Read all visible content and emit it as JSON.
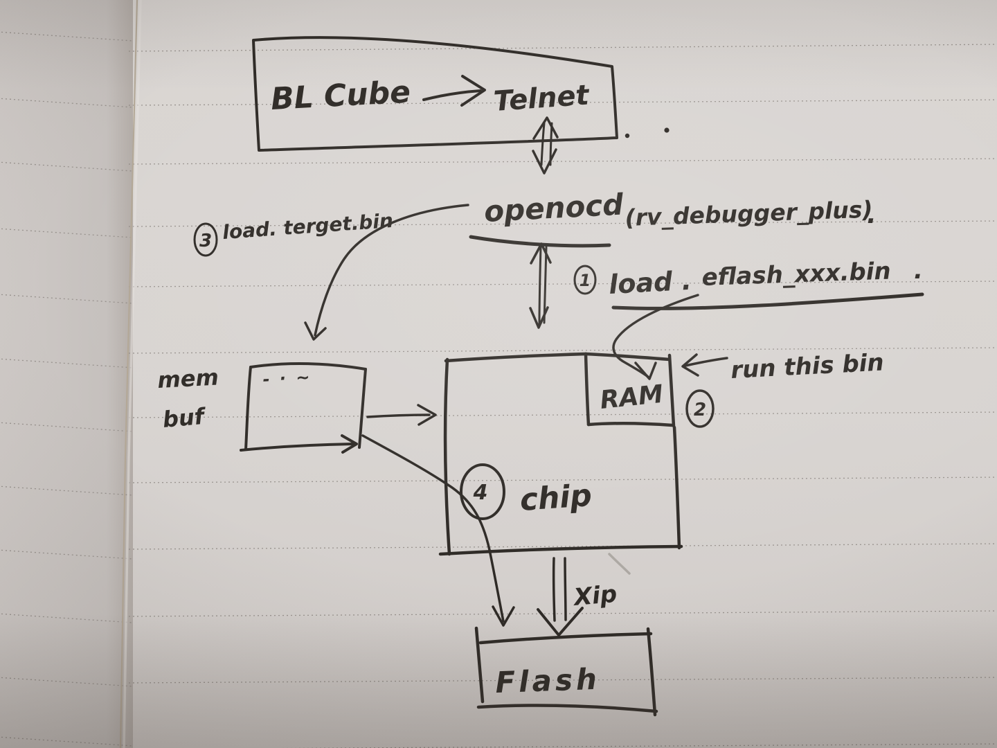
{
  "diagram": {
    "top_box": {
      "left": "BL Cube",
      "right": "Telnet"
    },
    "openocd": {
      "name": "openocd",
      "paren": "(rv_debugger_plus)",
      "period": "."
    },
    "step1": {
      "num": "1",
      "load": "load .",
      "file": "eflash_xxx.bin",
      "period": "."
    },
    "step2": {
      "num": "2",
      "label": "run this bin"
    },
    "step3": {
      "num": "3",
      "label": "load. terget.bin"
    },
    "step4": {
      "num": "4"
    },
    "chip": {
      "label": "chip",
      "ram": "RAM"
    },
    "mem_buf": {
      "line1": "mem",
      "line2": "buf",
      "marks": "- · ~"
    },
    "xip": {
      "label": "Xip"
    },
    "flash": {
      "label": "Flash"
    }
  },
  "colors": {
    "ink": "#2e2a26",
    "paper": "#d8d4d1",
    "paper_left_page": "#c9c4c1",
    "ruled_line": "#8b8580",
    "crease": "#b2a695"
  }
}
